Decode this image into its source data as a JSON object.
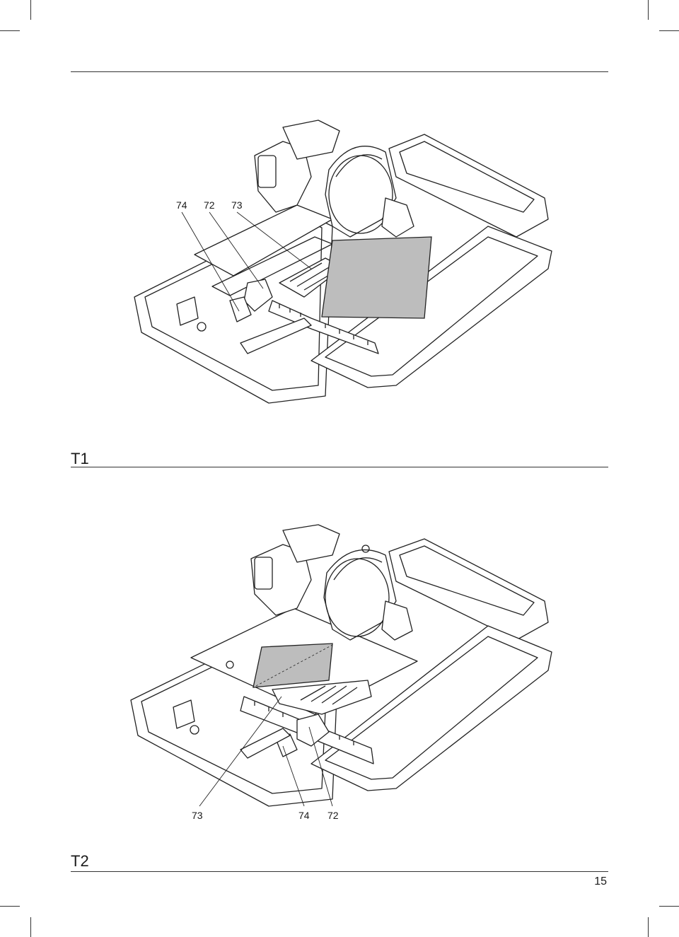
{
  "figures": [
    {
      "label": "T1",
      "callouts": [
        "74",
        "72",
        "73"
      ]
    },
    {
      "label": "T2",
      "callouts": [
        "73",
        "74",
        "72"
      ]
    }
  ],
  "page_number": "15"
}
